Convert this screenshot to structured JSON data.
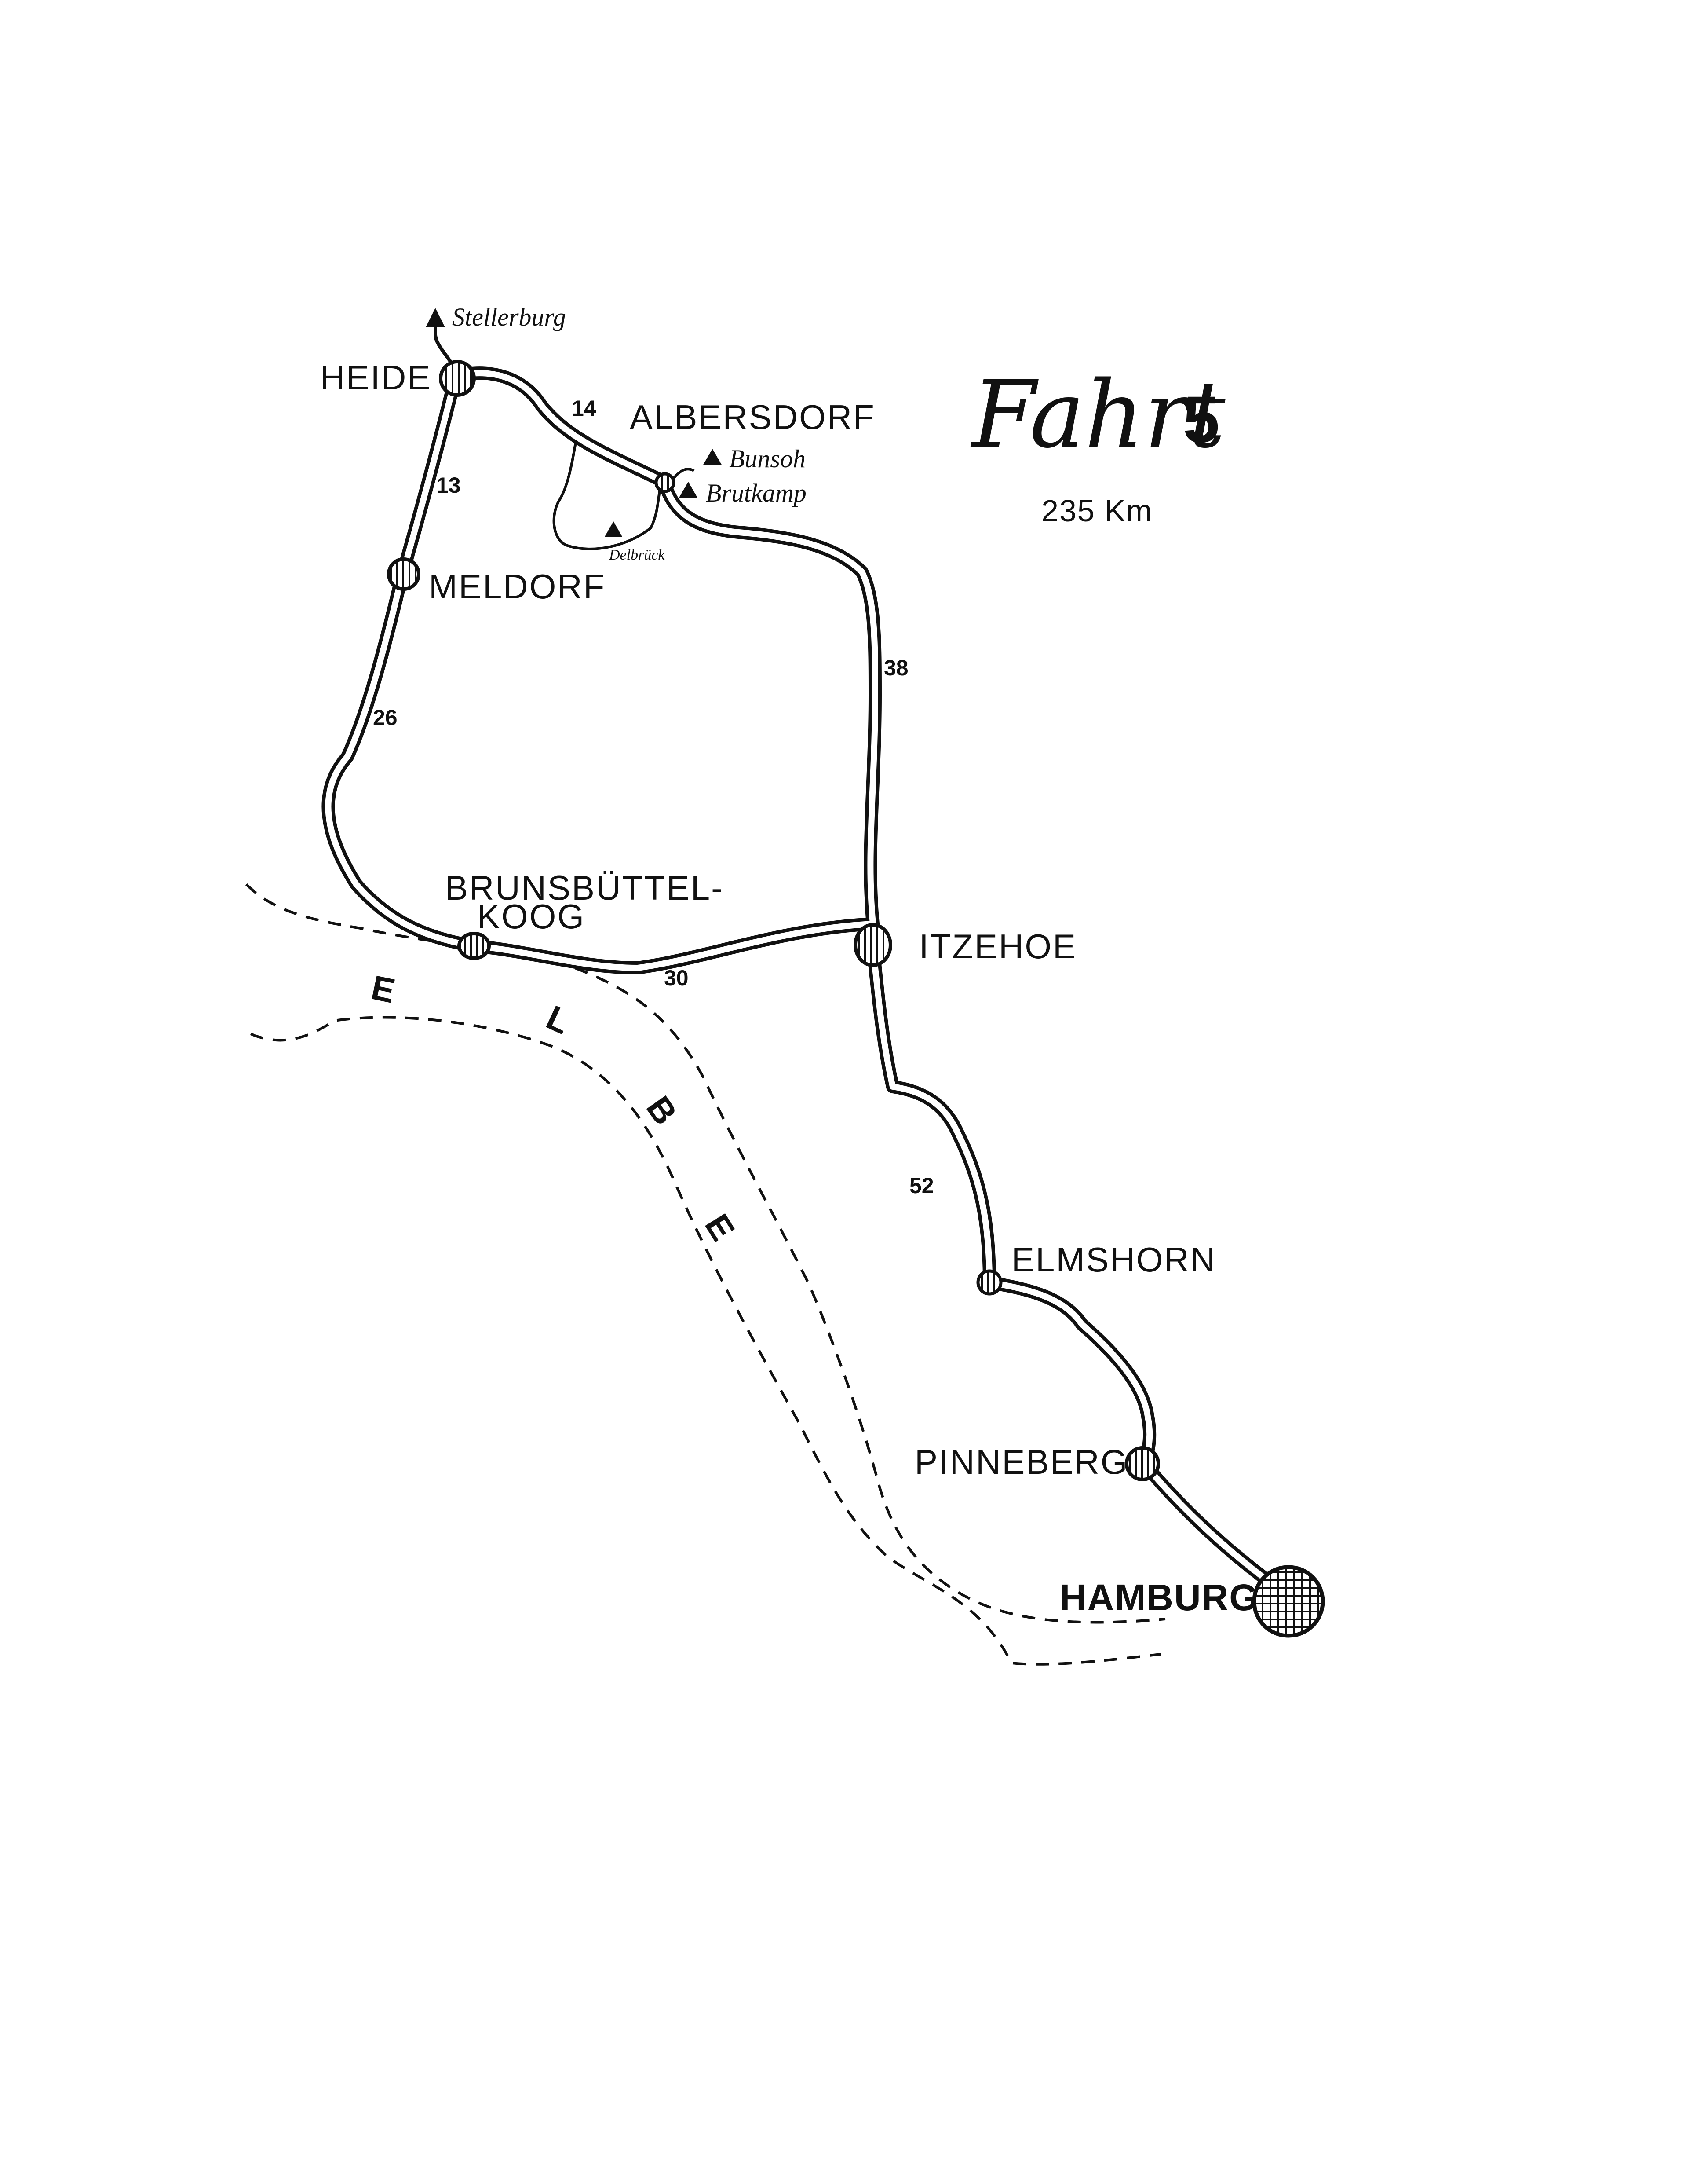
{
  "title": {
    "word": "Fahrt",
    "number": "5",
    "distance": "235 Km"
  },
  "places": {
    "stellerburg": "Stellerburg",
    "heide": "HEIDE",
    "albersdorf": "ALBERSDORF",
    "bunsoh": "Bunsoh",
    "brutkamp": "Brutkamp",
    "delbrueck": "Delbrück",
    "meldorf": "MELDORF",
    "brunsbuettel_1": "BRUNSBÜTTEL-",
    "brunsbuettel_2": "KOOG",
    "itzehoe": "ITZEHOE",
    "elmshorn": "ELMSHORN",
    "pinneberg": "PINNEBERG",
    "hamburg": "HAMBURG"
  },
  "distances": {
    "heide_albersdorf": "14",
    "heide_meldorf": "13",
    "meldorf_brunsbuettel": "26",
    "brunsbuettel_itzehoe": "30",
    "albersdorf_itzehoe": "38",
    "itzehoe_elmshorn": "52"
  },
  "river": {
    "letters": [
      "E",
      "L",
      "B",
      "E"
    ]
  }
}
